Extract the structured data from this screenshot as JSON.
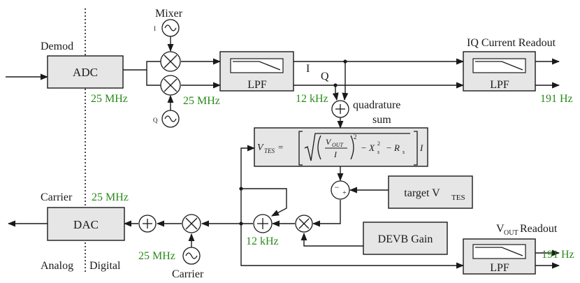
{
  "labels": {
    "demod": "Demod",
    "mixer": "Mixer",
    "carrier_top": "Carrier",
    "carrier_bottom": "Carrier",
    "analog": "Analog",
    "digital": "Digital",
    "iq_readout": "IQ Current Readout",
    "vout_prefix": "V",
    "vout_sub": "OUT",
    "vout_suffix": " Readout",
    "quadrature": "quadrature",
    "sum": "sum",
    "i_small": "I",
    "q_small": "Q",
    "i_line": "I",
    "q_line": "Q",
    "minus": "−",
    "plus": "+"
  },
  "blocks": {
    "adc": "ADC",
    "dac": "DAC",
    "lpf1": "LPF",
    "lpf2": "LPF",
    "lpf3": "LPF",
    "target_prefix": "target V",
    "target_sub": "TES",
    "devb": "DEVB Gain"
  },
  "freqs": {
    "adc_rate": "25 MHz",
    "mixer_rate": "25 MHz",
    "lpf_rate": "12 kHz",
    "iq_rate": "191 Hz",
    "dac_rate": "25 MHz",
    "carrier_rate": "25 MHz",
    "loop_rate": "12 kHz",
    "vout_rate": "191 Hz"
  },
  "formula": {
    "lhs": "V",
    "lhs_sub": "TES",
    "eq": " = ",
    "num": "V",
    "num_sub": "OUT",
    "den": "I",
    "sq": "2",
    "minus1": "− X",
    "xs_sub": "s",
    "xs_sup": "2",
    "minus2": "− R",
    "rs_sub": "s",
    "tail": "I"
  },
  "colors": {
    "green": "#2a8a1a",
    "block_fill": "#e6e6e6",
    "line": "#1a1a1a"
  }
}
